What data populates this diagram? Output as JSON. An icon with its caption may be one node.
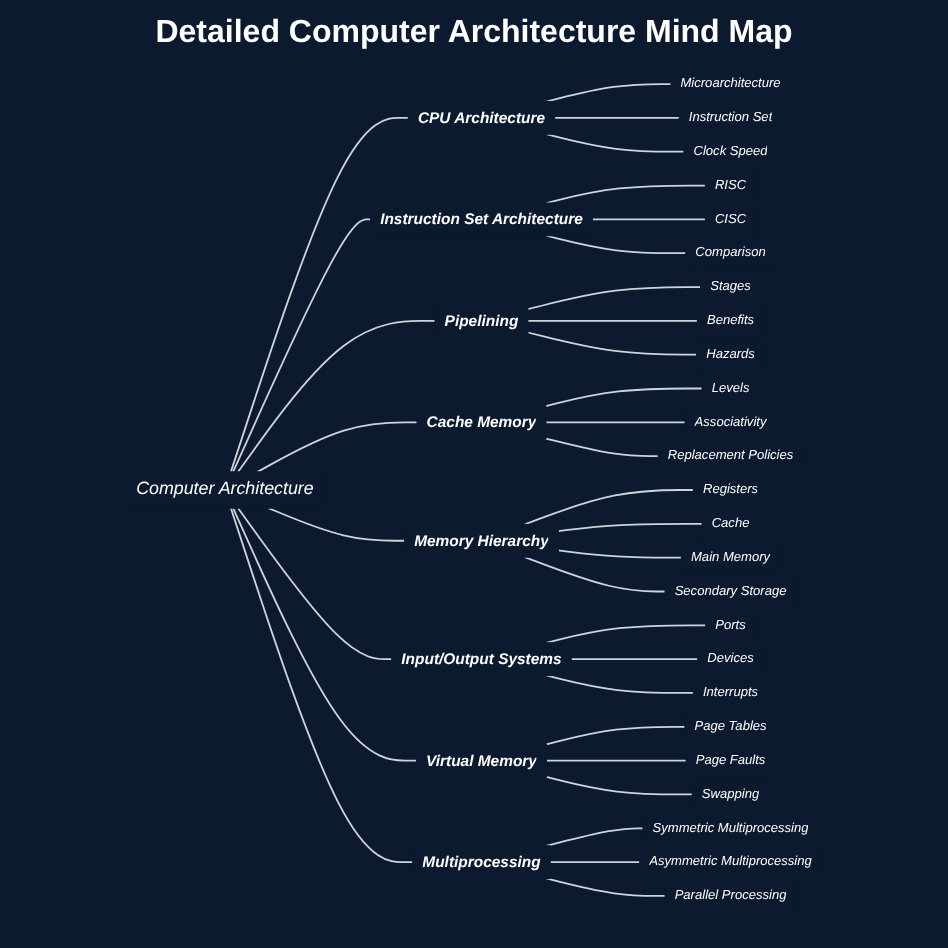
{
  "diagram": {
    "title": "Detailed Computer Architecture Mind Map",
    "nodes": [
      {
        "text": [
          "Computer Architecture"
        ]
      },
      {
        "text": [
          "CPU Architecture"
        ]
      },
      {
        "text": [
          "Microarchitecture"
        ]
      },
      {
        "text": [
          "Instruction Set"
        ]
      },
      {
        "text": [
          "Clock Speed"
        ]
      },
      {
        "text": [
          "Instruction Set Architecture"
        ]
      },
      {
        "text": [
          "RISC"
        ]
      },
      {
        "text": [
          "CISC"
        ]
      },
      {
        "text": [
          "Comparison"
        ]
      },
      {
        "text": [
          "Pipelining"
        ]
      },
      {
        "text": [
          "Stages"
        ]
      },
      {
        "text": [
          "Benefits"
        ]
      },
      {
        "text": [
          "Hazards"
        ]
      },
      {
        "text": [
          "Cache Memory"
        ]
      },
      {
        "text": [
          "Levels"
        ]
      },
      {
        "text": [
          "Associativity"
        ]
      },
      {
        "text": [
          "Replacement Policies"
        ]
      },
      {
        "text": [
          "Memory Hierarchy"
        ]
      },
      {
        "text": [
          "Registers"
        ]
      },
      {
        "text": [
          "Cache"
        ]
      },
      {
        "text": [
          "Main Memory"
        ]
      },
      {
        "text": [
          "Secondary Storage"
        ]
      },
      {
        "text": [
          "Input/Output Systems"
        ]
      },
      {
        "text": [
          "Ports"
        ]
      },
      {
        "text": [
          "Devices"
        ]
      },
      {
        "text": [
          "Interrupts"
        ]
      },
      {
        "text": [
          "Virtual Memory"
        ]
      },
      {
        "text": [
          "Page Tables"
        ]
      },
      {
        "text": [
          "Page Faults"
        ]
      },
      {
        "text": [
          "Swapping"
        ]
      },
      {
        "text": [
          "Multiprocessing"
        ]
      },
      {
        "text": [
          "Symmetric Multiprocessing"
        ]
      },
      {
        "text": [
          "Asymmetric Multiprocessing"
        ]
      },
      {
        "text": [
          "Parallel Processing"
        ]
      }
    ],
    "edges": [
      {
        "from": 0,
        "to": 1,
        "arrow": "none"
      },
      {
        "from": 1,
        "to": 2,
        "arrow": "none"
      },
      {
        "from": 1,
        "to": 3,
        "arrow": "none"
      },
      {
        "from": 1,
        "to": 4,
        "arrow": "none"
      },
      {
        "from": 0,
        "to": 5,
        "arrow": "none"
      },
      {
        "from": 5,
        "to": 6,
        "arrow": "none"
      },
      {
        "from": 5,
        "to": 7,
        "arrow": "none"
      },
      {
        "from": 5,
        "to": 8,
        "arrow": "none"
      },
      {
        "from": 0,
        "to": 9,
        "arrow": "none"
      },
      {
        "from": 9,
        "to": 10,
        "arrow": "none"
      },
      {
        "from": 9,
        "to": 11,
        "arrow": "none"
      },
      {
        "from": 9,
        "to": 12,
        "arrow": "none"
      },
      {
        "from": 0,
        "to": 13,
        "arrow": "none"
      },
      {
        "from": 13,
        "to": 14,
        "arrow": "none"
      },
      {
        "from": 13,
        "to": 15,
        "arrow": "none"
      },
      {
        "from": 13,
        "to": 16,
        "arrow": "none"
      },
      {
        "from": 0,
        "to": 17,
        "arrow": "none"
      },
      {
        "from": 17,
        "to": 18,
        "arrow": "none"
      },
      {
        "from": 17,
        "to": 19,
        "arrow": "none"
      },
      {
        "from": 17,
        "to": 20,
        "arrow": "none"
      },
      {
        "from": 17,
        "to": 21,
        "arrow": "none"
      },
      {
        "from": 0,
        "to": 22,
        "arrow": "none"
      },
      {
        "from": 22,
        "to": 23,
        "arrow": "none"
      },
      {
        "from": 22,
        "to": 24,
        "arrow": "none"
      },
      {
        "from": 22,
        "to": 25,
        "arrow": "none"
      },
      {
        "from": 0,
        "to": 26,
        "arrow": "none"
      },
      {
        "from": 26,
        "to": 27,
        "arrow": "none"
      },
      {
        "from": 26,
        "to": 28,
        "arrow": "none"
      },
      {
        "from": 26,
        "to": 29,
        "arrow": "none"
      },
      {
        "from": 0,
        "to": 30,
        "arrow": "none"
      },
      {
        "from": 30,
        "to": 31,
        "arrow": "none"
      },
      {
        "from": 30,
        "to": 32,
        "arrow": "none"
      },
      {
        "from": 30,
        "to": 33,
        "arrow": "none"
      }
    ]
  }
}
